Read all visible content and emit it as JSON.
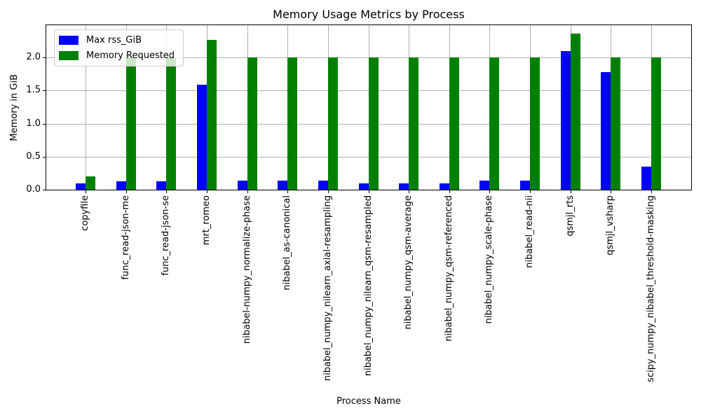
{
  "chart_data": {
    "type": "bar",
    "title": "Memory Usage Metrics by Process",
    "xlabel": "Process Name",
    "ylabel": "Memory in GiB",
    "categories": [
      "copyfile",
      "func_read-json-me",
      "func_read-json-se",
      "mrt_romeo",
      "nibabel-numpy_normalize-phase",
      "nibabel_as-canonical",
      "nibabel_numpy_nilearn_axial-resampling",
      "nibabel_numpy_nilearn_qsm-resampled",
      "nibabel_numpy_qsm-average",
      "nibabel_numpy_qsm-referenced",
      "nibabel_numpy_scale-phase",
      "nibabel_read-nii",
      "qsmjl_rts",
      "qsmjl_vsharp",
      "scipy_numpy_nibabel_threshold-masking"
    ],
    "series": [
      {
        "name": "Max rss_GiB",
        "color": "#0000ff",
        "values": [
          0.1,
          0.13,
          0.13,
          1.59,
          0.14,
          0.14,
          0.14,
          0.1,
          0.1,
          0.1,
          0.14,
          0.14,
          2.1,
          1.78,
          0.35
        ]
      },
      {
        "name": "Memory Requested",
        "color": "#008000",
        "values": [
          0.2,
          2.0,
          2.0,
          2.27,
          2.0,
          2.0,
          2.0,
          2.0,
          2.0,
          2.0,
          2.0,
          2.0,
          2.36,
          2.0,
          2.0
        ]
      }
    ],
    "ylim": [
      0,
      2.49
    ],
    "yticks": [
      0.0,
      0.5,
      1.0,
      1.5,
      2.0
    ],
    "grid": true,
    "legend_position": "upper left",
    "colors": {
      "grid": "#b0b0b0",
      "spine": "#000000",
      "text": "#000000",
      "legend_border": "#cccccc"
    }
  }
}
